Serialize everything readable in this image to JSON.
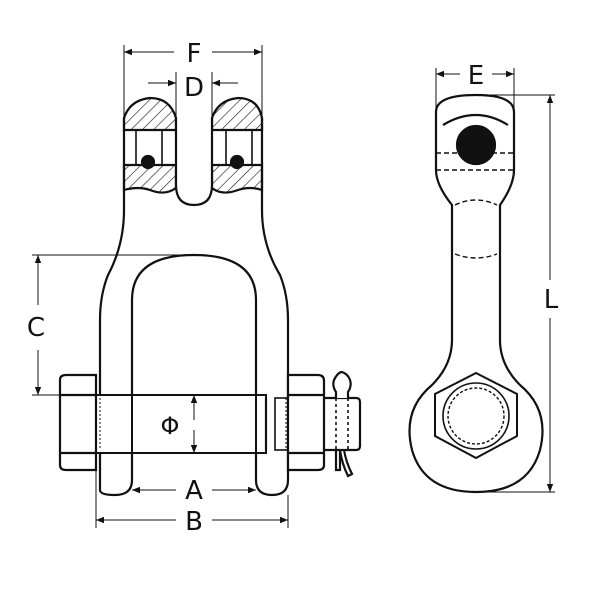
{
  "diagram": {
    "type": "technical-drawing",
    "subject": "chain shackle with bolt, nut and cotter pin",
    "views": [
      "front-view",
      "side-view"
    ],
    "line_color": "#111111",
    "background": "#ffffff"
  },
  "dimensions": {
    "A": "A",
    "B": "B",
    "C": "C",
    "D": "D",
    "E": "E",
    "F": "F",
    "L": "L",
    "pin_diameter": "Φ"
  }
}
